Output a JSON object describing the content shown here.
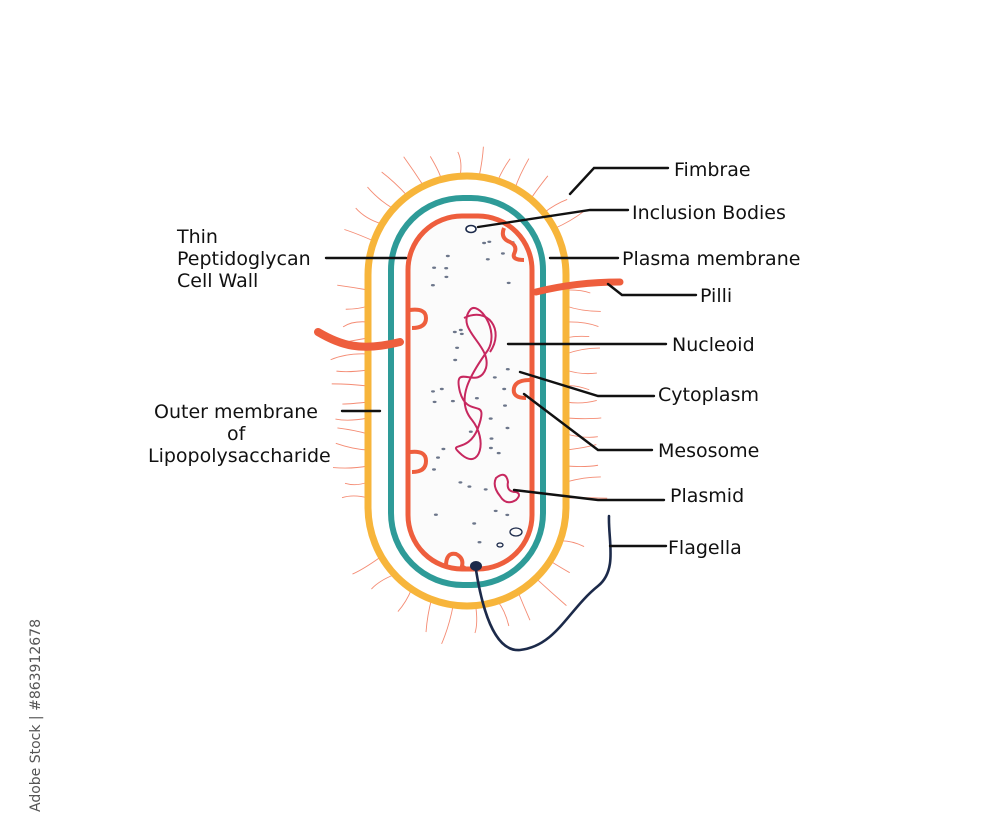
{
  "colors": {
    "outer_membrane": "#f7b53b",
    "cell_wall": "#2e9b98",
    "plasma_membrane": "#ee5e3d",
    "pili": "#ee5e3d",
    "nucleoid": "#c7285f",
    "flagella": "#1c2a4a",
    "labels": "#111111"
  },
  "labels": {
    "fimbrae": "Fimbrae",
    "inclusion_bodies": "Inclusion Bodies",
    "plasma_membrane": "Plasma membrane",
    "pilli": "Pilli",
    "nucleoid": "Nucleoid",
    "cytoplasm": "Cytoplasm",
    "mesosome": "Mesosome",
    "plasmid": "Plasmid",
    "flagella": "Flagella",
    "cell_wall": [
      "Thin",
      "Peptidoglycan",
      "Cell Wall"
    ],
    "outer_membrane": [
      "Outer membrane",
      "of",
      "Lipopolysaccharide"
    ]
  },
  "watermark": "Adobe Stock | #863912678"
}
